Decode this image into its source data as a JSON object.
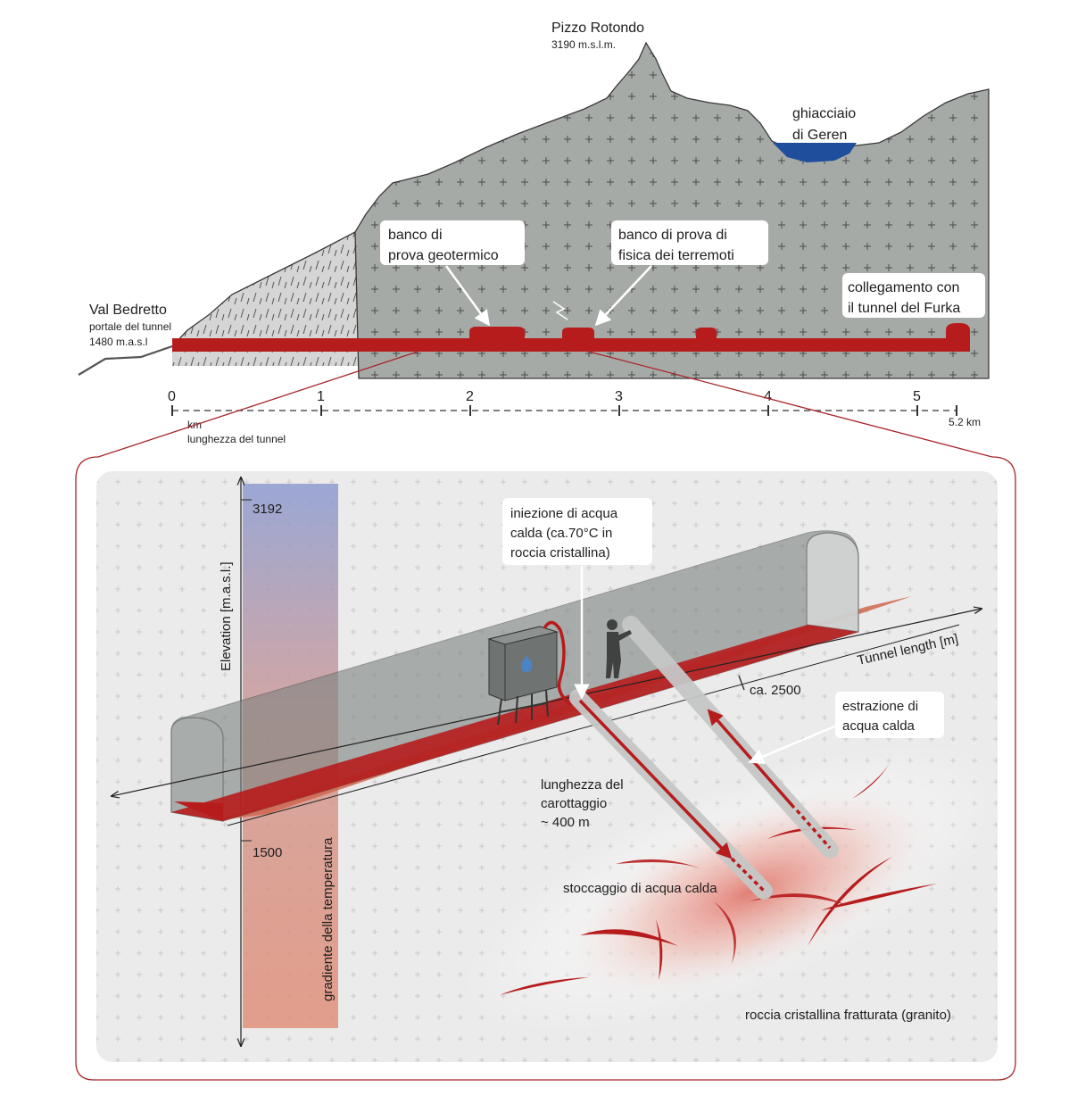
{
  "profile": {
    "peak_name": "Pizzo Rotondo",
    "peak_elevation": "3190 m.s.l.m.",
    "glacier_line1": "ghiacciaio",
    "glacier_line2": "di Geren",
    "valley_name": "Val Bedretto",
    "portal_label": "portale del tunnel",
    "portal_elevation": "1480 m.a.s.l",
    "geothermal_line1": "banco di",
    "geothermal_line2": "prova geotermico",
    "earthquake_line1": "banco di prova di",
    "earthquake_line2": "fisica dei terremoti",
    "furka_line1": "collegamento con",
    "furka_line2": "il tunnel del Furka",
    "axis_ticks": [
      "0",
      "1",
      "2",
      "3",
      "4",
      "5"
    ],
    "axis_end": "5.2 km",
    "axis_unit": "km",
    "axis_label": "lunghezza del tunnel"
  },
  "detail": {
    "elev_axis_label": "Elevation [m.a.s.l.]",
    "elev_top": "3192",
    "elev_bottom": "1500",
    "temp_gradient_label": "gradiente della temperatura",
    "tunnel_axis_label": "Tunnel length [m]",
    "tunnel_mark": "ca. 2500",
    "injection_line1": "iniezione di acqua",
    "injection_line2": "calda (ca.70°C in",
    "injection_line3": "roccia cristallina)",
    "extraction_line1": "estrazione di",
    "extraction_line2": "acqua calda",
    "drill_line1": "lunghezza del",
    "drill_line2": "carottaggio",
    "drill_line3": "~ 400 m",
    "storage_label": "stoccaggio di acqua calda",
    "rock_label": "roccia cristallina fratturata (granito)"
  },
  "colors": {
    "rock_gray": "#a6aaa7",
    "tunnel_red": "#b71c1c",
    "glacier_blue": "#1f4e9c",
    "frame_red": "#a8262a",
    "detail_bg": "#ebebeb"
  }
}
